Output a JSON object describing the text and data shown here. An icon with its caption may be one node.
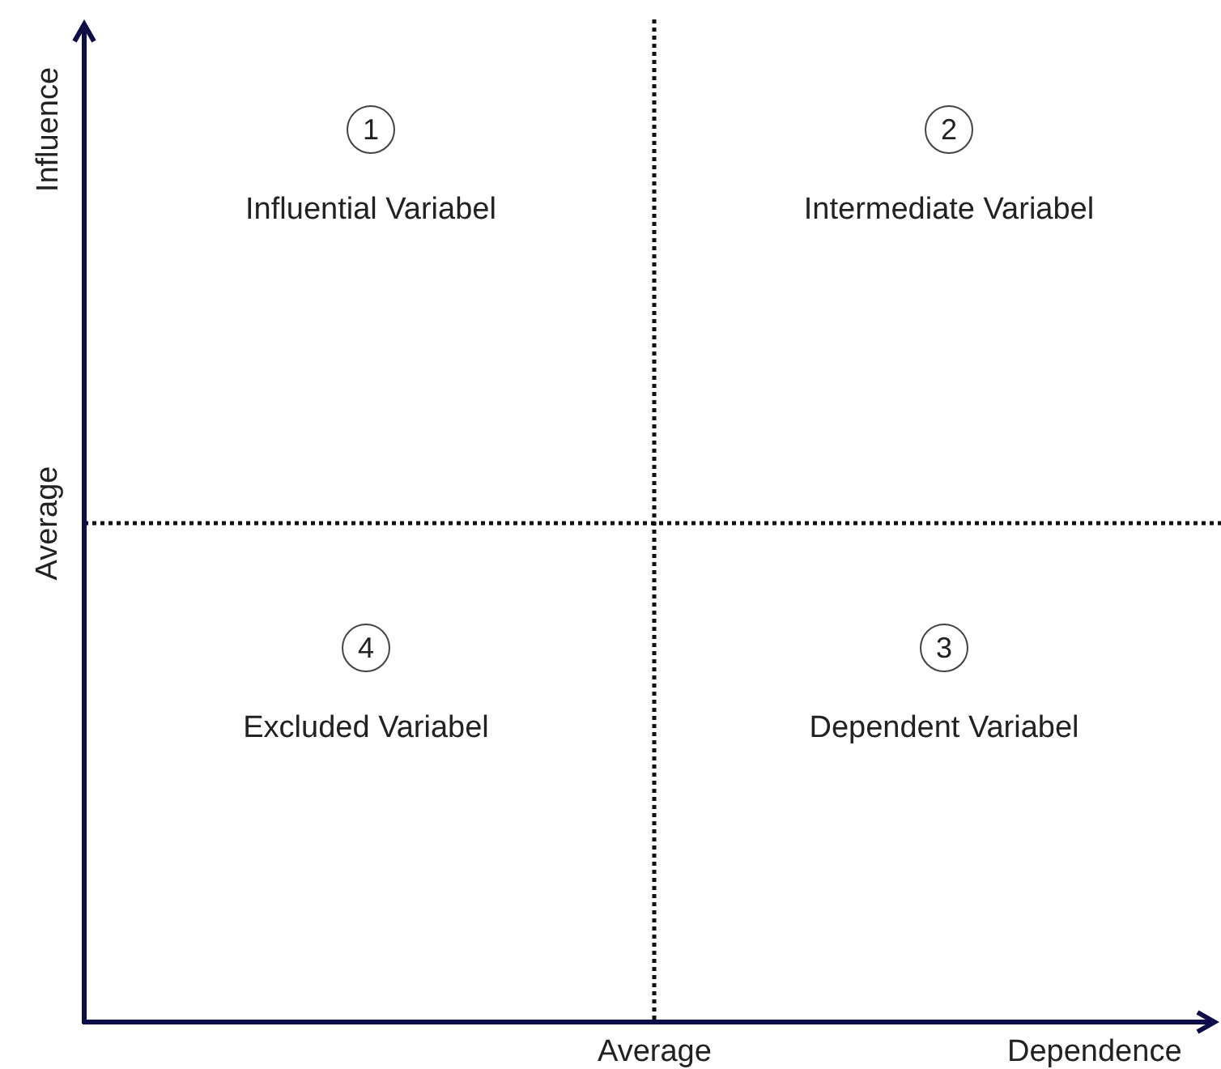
{
  "diagram": {
    "nodes": [
      {
        "text": [
          "1"
        ],
        "beside": [
          "Influential Variabel"
        ]
      },
      {
        "text": [
          "2"
        ],
        "beside": [
          "Intermediate Variabel"
        ]
      },
      {
        "text": [
          "4"
        ],
        "beside": [
          "Excluded Variabel"
        ]
      },
      {
        "text": [
          "3"
        ],
        "beside": [
          "Dependent Variabel"
        ]
      }
    ],
    "labels": [
      "Influence",
      "Average",
      "Average",
      "Dependence"
    ]
  }
}
